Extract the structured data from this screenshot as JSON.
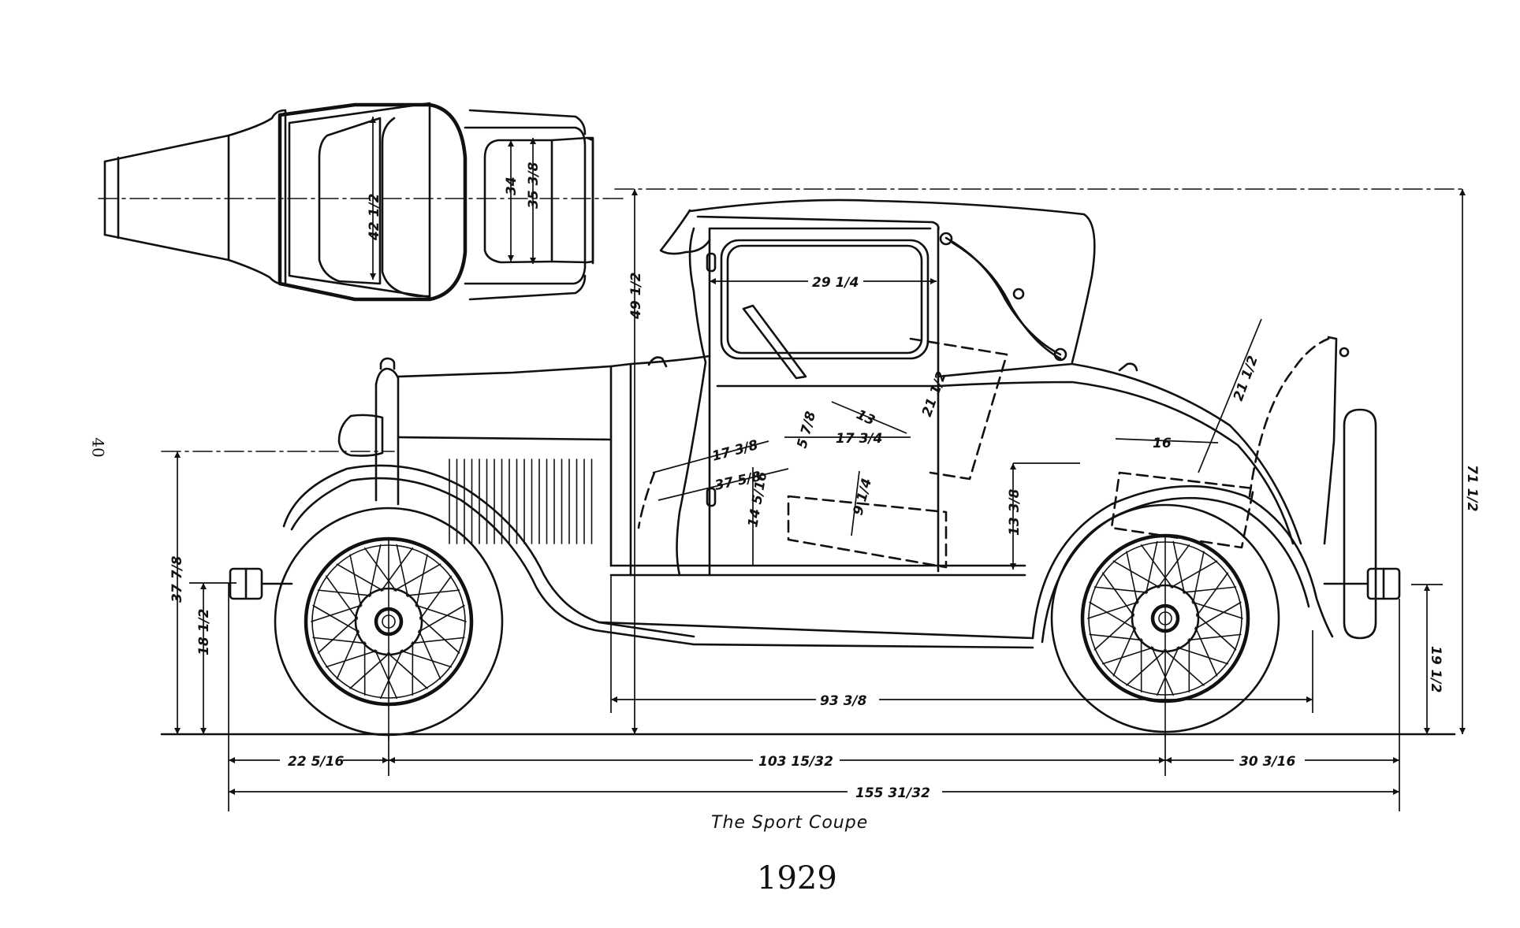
{
  "page": {
    "page_number": "40",
    "caption": "The Sport Coupe",
    "year": "1929"
  },
  "views": {
    "plan_view": {
      "name": "Top plan view",
      "dimensions": {
        "front_seat_width": "42 1/2",
        "rumble_seat_width": "34",
        "rumble_body_width": "35 3/8"
      }
    },
    "side_view": {
      "name": "Side elevation",
      "dimensions": {
        "overall_length": "155 31/32",
        "wheelbase": "103 15/32",
        "front_overhang": "22 5/16",
        "rear_overhang": "30 3/16",
        "body_length": "93 3/8",
        "overall_height": "71 1/2",
        "cowl_height": "49 1/2",
        "front_fender_height": "37 7/8",
        "front_bumper_height": "18 1/2",
        "rear_bumper_height": "19 1/2",
        "rear_fender_height": "13 3/8",
        "window_width": "29 1/4",
        "door_to_steering": "21 1/2",
        "steering_reach": "13",
        "seat_depth_a": "17 3/8",
        "seat_depth_b": "17 3/4",
        "seat_back_height": "5 7/8",
        "pedal_reach": "37 5/8",
        "seat_height": "14 5/16",
        "seat_cushion": "9 1/4",
        "rumble_lid": "21 1/2",
        "rumble_depth": "16"
      }
    }
  }
}
